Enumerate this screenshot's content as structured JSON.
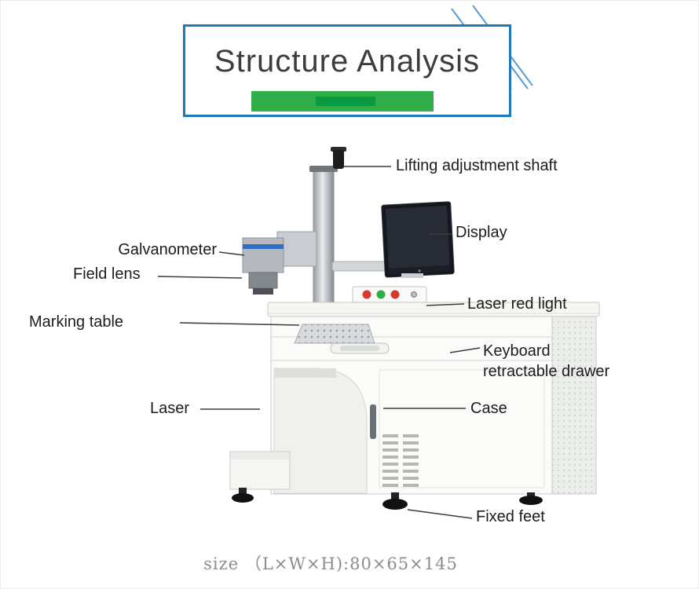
{
  "title": "Structure Analysis",
  "size_label": "size （L×W×H):80×65×145",
  "labels": {
    "lifting_shaft": "Lifting adjustment shaft",
    "display": "Display",
    "galvanometer": "Galvanometer",
    "field_lens": "Field lens",
    "laser_red_light": "Laser red light",
    "marking_table": "Marking table",
    "keyboard_drawer": "Keyboard retractable drawer",
    "laser": "Laser",
    "case": "Case",
    "fixed_feet": "Fixed feet"
  },
  "colors": {
    "title_border": "#1e7ab8",
    "accent_line": "#5b9bd5",
    "green_bar": "#2fae49",
    "green_bar_inner": "#0a9a42",
    "button_red": "#d43a30",
    "button_green": "#2fae49",
    "monitor_screen": "#262b36",
    "galvo_stripe": "#2f6fc1"
  }
}
